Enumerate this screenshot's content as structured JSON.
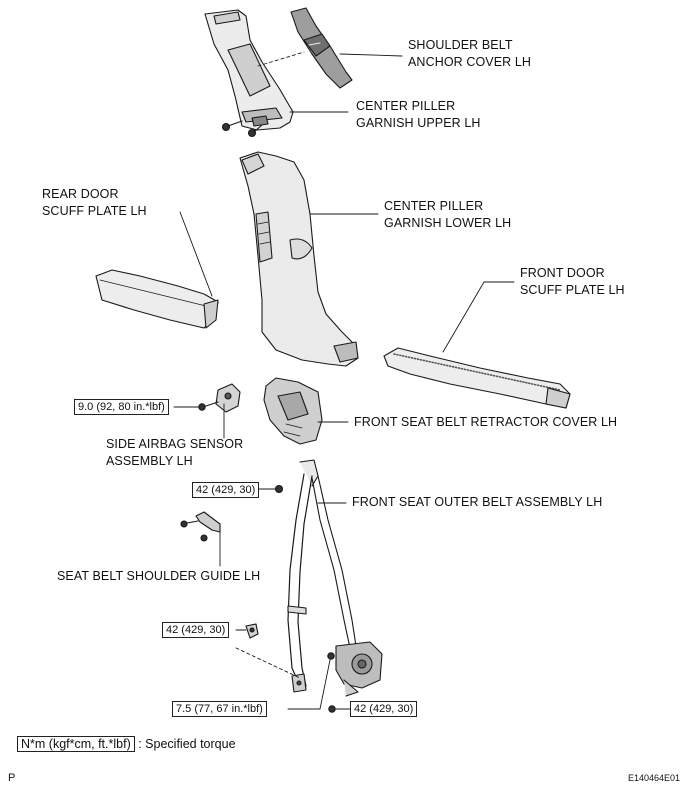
{
  "labels": {
    "shoulder_belt_anchor_cover": [
      "SHOULDER BELT",
      "ANCHOR COVER LH"
    ],
    "center_piller_garnish_upper": [
      "CENTER PILLER",
      "GARNISH UPPER LH"
    ],
    "rear_door_scuff_plate": [
      "REAR DOOR",
      "SCUFF PLATE LH"
    ],
    "center_piller_garnish_lower": [
      "CENTER PILLER",
      "GARNISH LOWER LH"
    ],
    "front_door_scuff_plate": [
      "FRONT DOOR",
      "SCUFF PLATE LH"
    ],
    "front_seat_belt_retractor_cover": "FRONT SEAT BELT RETRACTOR COVER LH",
    "side_airbag_sensor": [
      "SIDE AIRBAG SENSOR",
      "ASSEMBLY LH"
    ],
    "front_seat_outer_belt": "FRONT SEAT OUTER BELT ASSEMBLY LH",
    "seat_belt_shoulder_guide": "SEAT BELT SHOULDER GUIDE LH"
  },
  "torques": {
    "airbag_sensor_nut": "9.0 (92, 80 in.*lbf)",
    "outer_belt_upper_nut": "42 (429, 30)",
    "lower_anchor_bolt": "42 (429, 30)",
    "retractor_nut": "7.5 (77, 67 in.*lbf)",
    "retractor_bolt": "42 (429, 30)"
  },
  "legend": {
    "unit_box": "N*m (kgf*cm, ft.*lbf)",
    "description": ": Specified torque"
  },
  "corner": {
    "left_code": "P",
    "figure_id": "E140464E01"
  }
}
